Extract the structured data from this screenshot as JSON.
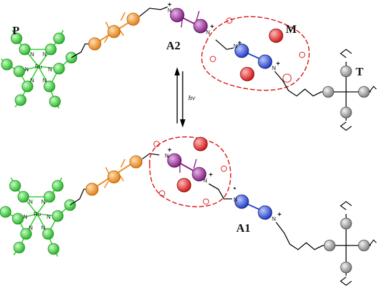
{
  "labels": {
    "P": "P",
    "M": "M",
    "A2": "A2",
    "T": "T",
    "A1": "A1",
    "hv": "hν"
  },
  "atoms": {
    "nitrogen": "N",
    "ruthenium": "Ru",
    "plus": "+",
    "radical": "•"
  },
  "colors": {
    "photosensitizer": "#2fd02f",
    "spacer": "#f08c1e",
    "dimethylbipyridinium": "#8a1f8a",
    "bipyridinium": "#1f3fd0",
    "macrocycle": "#dd1a1a",
    "stopper": "#9a9a9a",
    "bond": "#000000"
  }
}
